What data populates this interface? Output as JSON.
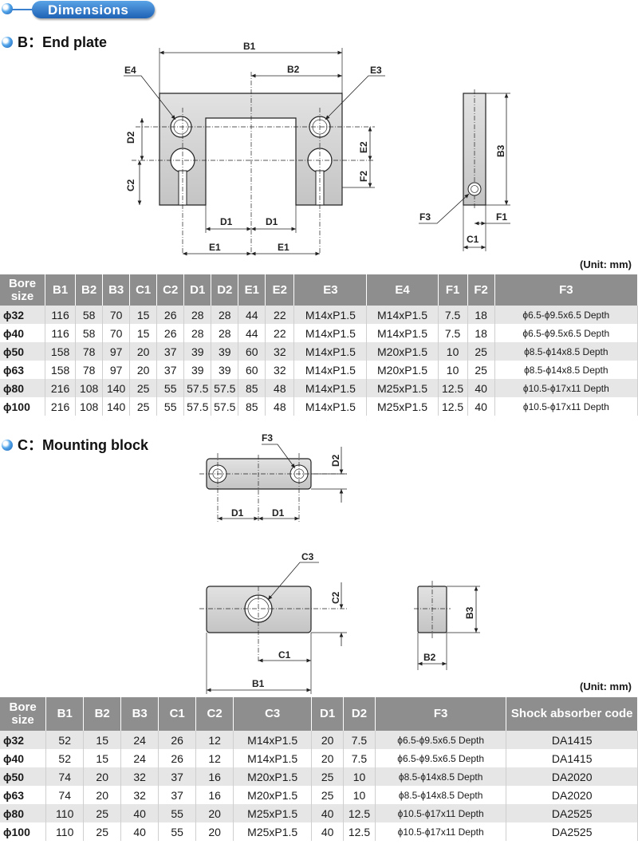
{
  "header": {
    "title": "Dimensions"
  },
  "section_b": {
    "title": "B：End plate",
    "unit": "(Unit: mm)"
  },
  "section_c": {
    "title": "C：Mounting block",
    "unit": "(Unit: mm)"
  },
  "drawing_labels_b": [
    "B1",
    "B2",
    "E4",
    "E3",
    "D2",
    "C2",
    "E2",
    "F2",
    "D1",
    "D1",
    "E1",
    "E1",
    "B3",
    "F3",
    "F1",
    "C1"
  ],
  "drawing_labels_c": [
    "F3",
    "D2",
    "D1",
    "D1",
    "C3",
    "C2",
    "C1",
    "B1",
    "B3",
    "B2"
  ],
  "table_b": {
    "headers": [
      "Bore size",
      "B1",
      "B2",
      "B3",
      "C1",
      "C2",
      "D1",
      "D2",
      "E1",
      "E2",
      "E3",
      "E4",
      "F1",
      "F2",
      "F3"
    ],
    "rows": [
      [
        "ϕ32",
        "116",
        "58",
        "70",
        "15",
        "26",
        "28",
        "28",
        "44",
        "22",
        "M14xP1.5",
        "M14xP1.5",
        "7.5",
        "18",
        "ϕ6.5-ϕ9.5x6.5 Depth"
      ],
      [
        "ϕ40",
        "116",
        "58",
        "70",
        "15",
        "26",
        "28",
        "28",
        "44",
        "22",
        "M14xP1.5",
        "M14xP1.5",
        "7.5",
        "18",
        "ϕ6.5-ϕ9.5x6.5 Depth"
      ],
      [
        "ϕ50",
        "158",
        "78",
        "97",
        "20",
        "37",
        "39",
        "39",
        "60",
        "32",
        "M14xP1.5",
        "M20xP1.5",
        "10",
        "25",
        "ϕ8.5-ϕ14x8.5 Depth"
      ],
      [
        "ϕ63",
        "158",
        "78",
        "97",
        "20",
        "37",
        "39",
        "39",
        "60",
        "32",
        "M14xP1.5",
        "M20xP1.5",
        "10",
        "25",
        "ϕ8.5-ϕ14x8.5 Depth"
      ],
      [
        "ϕ80",
        "216",
        "108",
        "140",
        "25",
        "55",
        "57.5",
        "57.5",
        "85",
        "48",
        "M14xP1.5",
        "M25xP1.5",
        "12.5",
        "40",
        "ϕ10.5-ϕ17x11 Depth"
      ],
      [
        "ϕ100",
        "216",
        "108",
        "140",
        "25",
        "55",
        "57.5",
        "57.5",
        "85",
        "48",
        "M14xP1.5",
        "M25xP1.5",
        "12.5",
        "40",
        "ϕ10.5-ϕ17x11 Depth"
      ]
    ]
  },
  "table_c": {
    "headers": [
      "Bore size",
      "B1",
      "B2",
      "B3",
      "C1",
      "C2",
      "C3",
      "D1",
      "D2",
      "F3",
      "Shock absorber code"
    ],
    "rows": [
      [
        "ϕ32",
        "52",
        "15",
        "24",
        "26",
        "12",
        "M14xP1.5",
        "20",
        "7.5",
        "ϕ6.5-ϕ9.5x6.5 Depth",
        "DA1415"
      ],
      [
        "ϕ40",
        "52",
        "15",
        "24",
        "26",
        "12",
        "M14xP1.5",
        "20",
        "7.5",
        "ϕ6.5-ϕ9.5x6.5 Depth",
        "DA1415"
      ],
      [
        "ϕ50",
        "74",
        "20",
        "32",
        "37",
        "16",
        "M20xP1.5",
        "25",
        "10",
        "ϕ8.5-ϕ14x8.5 Depth",
        "DA2020"
      ],
      [
        "ϕ63",
        "74",
        "20",
        "32",
        "37",
        "16",
        "M20xP1.5",
        "25",
        "10",
        "ϕ8.5-ϕ14x8.5 Depth",
        "DA2020"
      ],
      [
        "ϕ80",
        "110",
        "25",
        "40",
        "55",
        "20",
        "M25xP1.5",
        "40",
        "12.5",
        "ϕ10.5-ϕ17x11 Depth",
        "DA2525"
      ],
      [
        "ϕ100",
        "110",
        "25",
        "40",
        "55",
        "20",
        "M25xP1.5",
        "40",
        "12.5",
        "ϕ10.5-ϕ17x11 Depth",
        "DA2525"
      ]
    ]
  }
}
